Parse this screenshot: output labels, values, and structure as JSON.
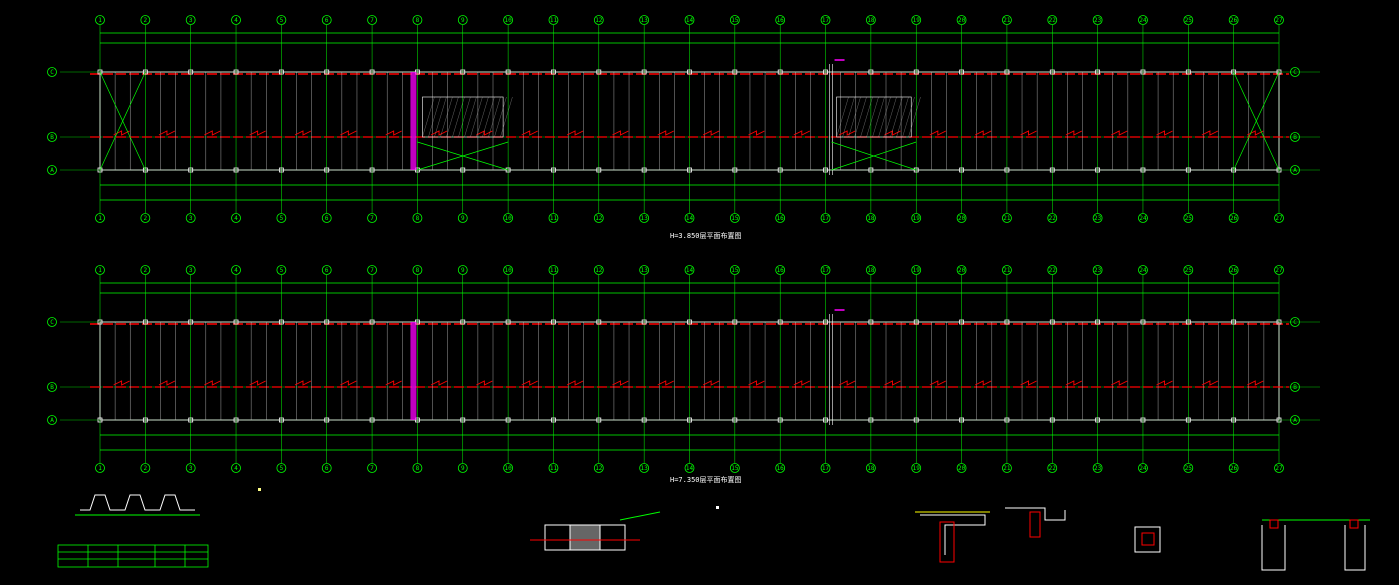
{
  "plan_top": {
    "title": "H=3.850层平面布置图"
  },
  "plan_bottom": {
    "title": "H=7.350层平面布置图"
  },
  "column_labels": [
    "1",
    "2",
    "3",
    "4",
    "5",
    "6",
    "7",
    "8",
    "9",
    "10",
    "11",
    "12",
    "13",
    "14",
    "15",
    "16",
    "17",
    "18",
    "19",
    "20",
    "21",
    "22",
    "23",
    "24",
    "25",
    "26",
    "27"
  ],
  "row_labels": [
    "C",
    "B",
    "A"
  ],
  "colors": {
    "background": "#000000",
    "grid": "#00ff00",
    "beam": "#ff0000",
    "wall": "#ffffff",
    "hatch": "#ff00ff",
    "text": "#ffffff"
  }
}
